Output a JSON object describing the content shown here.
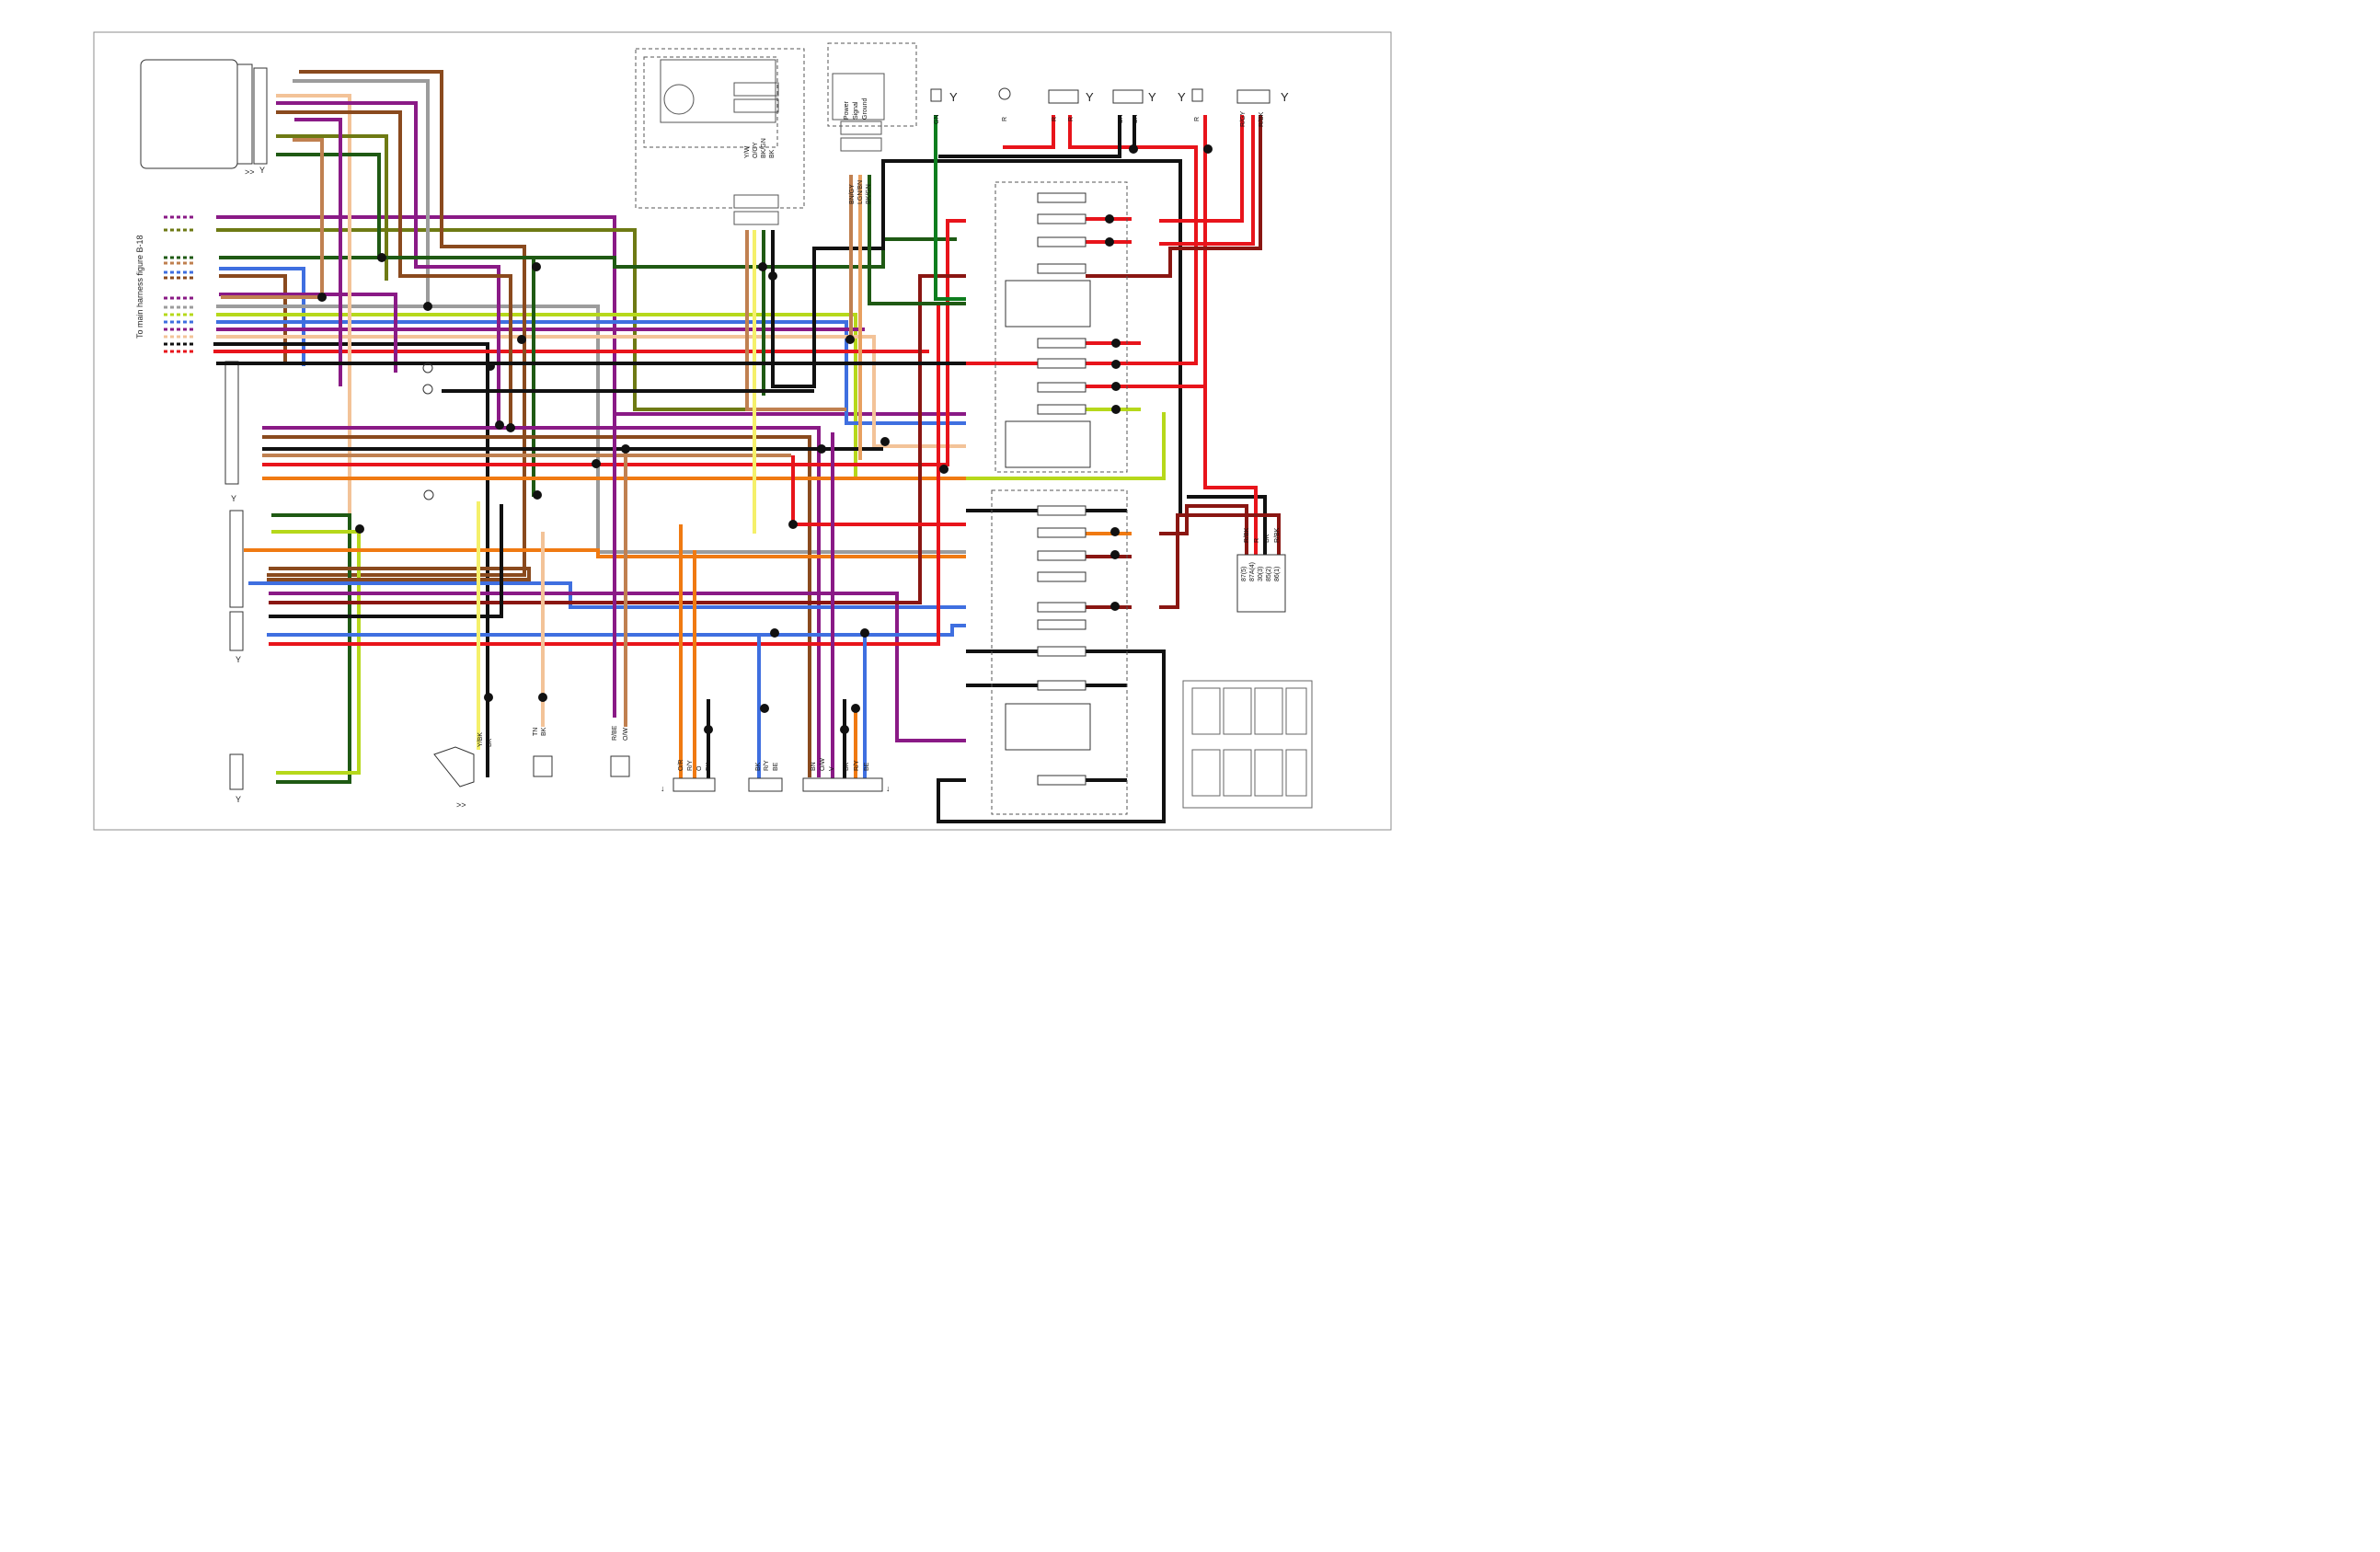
{
  "side_label": "To main harness figure B-18",
  "symbols": {
    "mark": "Y",
    "arrow_pair": ">>",
    "arrow_down": "↓"
  },
  "module": {
    "lines": [
      "Power",
      "Signal",
      "Ground"
    ]
  },
  "top_wire_labels": {
    "sensor": [
      "Y/W",
      "O/GY",
      "BK/GN",
      "BK"
    ],
    "module": [
      "BN/GY",
      "LGN/BN",
      "BK/GN"
    ],
    "gn": "GN",
    "r1": "R",
    "r2": "R",
    "r3": "R",
    "bk1": "BK",
    "bk2": "BK",
    "rgy": "R/GY",
    "rbk": "R/BK"
  },
  "relay": {
    "wires": [
      "R/BK",
      "R",
      "BK",
      "R/BK"
    ],
    "pins": [
      "87(5)",
      "87A(4)",
      "30(3)",
      "85(2)",
      "86(1)"
    ]
  },
  "bottom_connectors": {
    "c1": [
      "Y/BK",
      "BK"
    ],
    "c2": [
      "TN",
      "BK"
    ],
    "c3": [
      "R/BE",
      "O/W"
    ],
    "c4": [
      "O/R",
      "R/Y",
      "O",
      "BK"
    ],
    "c5": [
      "BK",
      "R/Y",
      "BE"
    ],
    "c6": [
      "BN",
      "O/W",
      "V",
      "BK",
      "R/Y",
      "BE"
    ]
  },
  "colors": {
    "black": "#111111",
    "red": "#e8141b",
    "orange": "#f07a12",
    "green": "#0d7d1e",
    "darkgreen": "#1f5a14",
    "olive": "#6e7a14",
    "purple": "#8a1a86",
    "blue": "#3f6fe0",
    "gray": "#9c9c9c",
    "tan": "#f3c398",
    "brown": "#8a4a1e",
    "yellow": "#f5f06a",
    "lime": "#b6d81b",
    "maroon": "#8a1612",
    "lightbrown": "#c08050"
  }
}
